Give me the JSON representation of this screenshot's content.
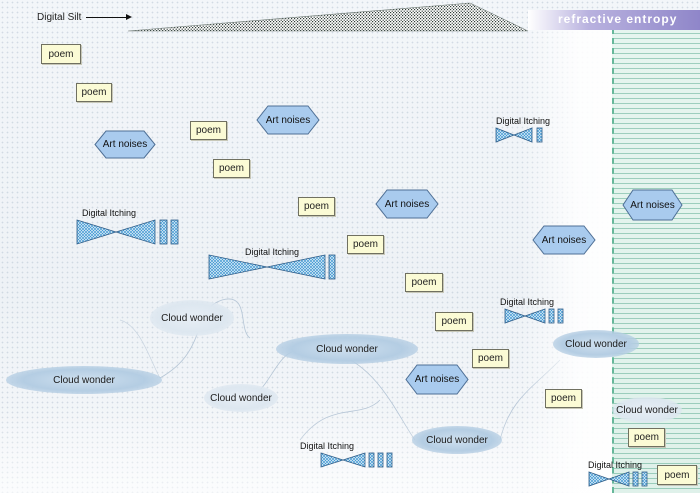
{
  "header": {
    "top_label": "Digital Silt",
    "banner": "refractive entropy"
  },
  "colors": {
    "poem_fill": "#fbfbd5",
    "hex_fill": "#a9cbee",
    "cloud_fill": "#b4cde3",
    "bowtie_fill": "#6eb6e6",
    "column_accent": "#66b89a",
    "banner_accent": "#8f86c9"
  },
  "labels": {
    "poem": "poem",
    "art_noises": "Art noises",
    "cloud_wonder": "Cloud wonder",
    "digital_itching": "Digital Itching"
  },
  "poems": [
    {
      "text": "poem"
    },
    {
      "text": "poem"
    },
    {
      "text": "poem"
    },
    {
      "text": "poem"
    },
    {
      "text": "poem"
    },
    {
      "text": "poem"
    },
    {
      "text": "poem"
    },
    {
      "text": "poem"
    },
    {
      "text": "poem"
    },
    {
      "text": "poem"
    },
    {
      "text": "poem"
    },
    {
      "text": "poem"
    }
  ],
  "art_noises": [
    {
      "text": "Art noises"
    },
    {
      "text": "Art noises"
    },
    {
      "text": "Art noises"
    },
    {
      "text": "Art noises"
    },
    {
      "text": "Art noises"
    },
    {
      "text": "Art noises"
    }
  ],
  "clouds": [
    {
      "text": "Cloud wonder"
    },
    {
      "text": "Cloud wonder"
    },
    {
      "text": "Cloud wonder"
    },
    {
      "text": "Cloud wonder"
    },
    {
      "text": "Cloud wonder"
    },
    {
      "text": "Cloud wonder"
    },
    {
      "text": "Cloud wonder"
    }
  ],
  "bowties": [
    {
      "text": "Digital Itching"
    },
    {
      "text": "Digital Itching"
    },
    {
      "text": "Digital Itching"
    },
    {
      "text": "Digital Itching"
    },
    {
      "text": "Digital Itching"
    },
    {
      "text": "Digital Itching"
    }
  ]
}
